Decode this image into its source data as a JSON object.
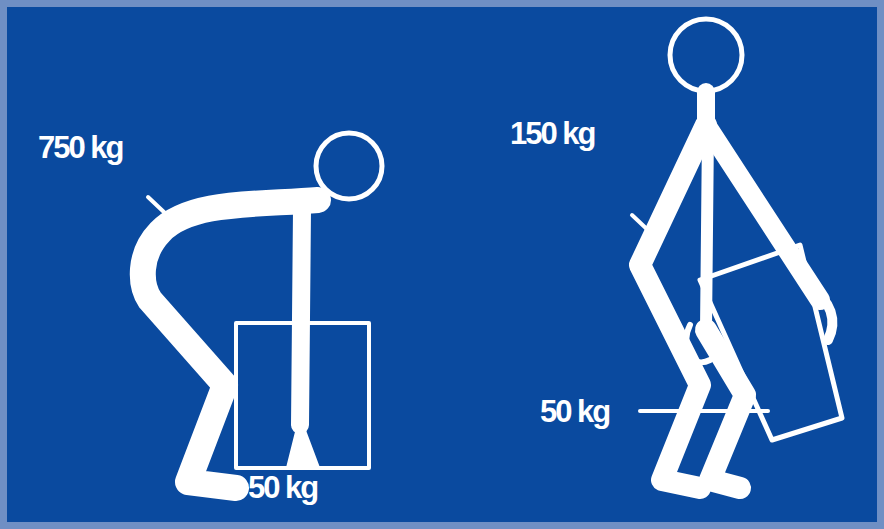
{
  "diagram": {
    "labels": [
      "750 kg",
      "50 kg",
      "150 kg",
      "50 kg"
    ]
  }
}
